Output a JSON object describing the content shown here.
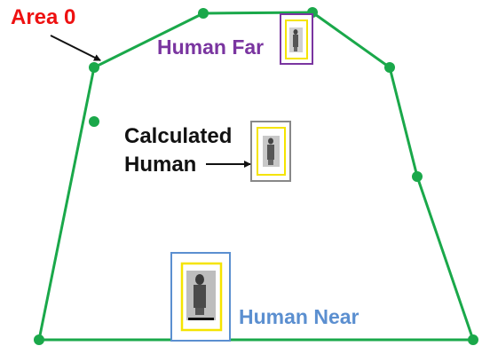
{
  "labels": {
    "area": "Area 0",
    "human_far": "Human Far",
    "calculated_line1": "Calculated",
    "calculated_line2": "Human",
    "human_near": "Human Near"
  },
  "colors": {
    "polygon": "#1aa84a",
    "area_label": "#ee1111",
    "human_far": "#7a35a0",
    "calculated": "#111111",
    "calculated_box": "#888888",
    "human_near": "#5b8fd0",
    "inner_box": "#f5e400",
    "arrow": "#111111"
  }
}
